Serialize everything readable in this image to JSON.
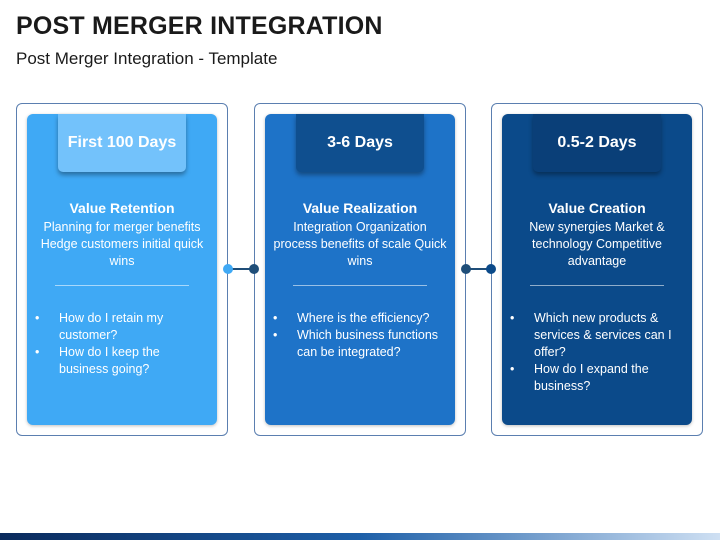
{
  "header": {
    "title": "POST MERGER INTEGRATION",
    "subtitle": "Post Merger Integration - Template"
  },
  "stages": [
    {
      "tab": "First 100 Days",
      "heading": "Value Retention",
      "description": "Planning for merger benefits Hedge customers initial quick wins",
      "bullets": [
        "How do I retain my customer?",
        "How do I keep the business going?"
      ]
    },
    {
      "tab": "3-6 Days",
      "heading": "Value Realization",
      "description": "Integration Organization process benefits of scale Quick wins",
      "bullets": [
        "Where is the efficiency?",
        "Which business functions can be integrated?"
      ]
    },
    {
      "tab": "0.5-2 Days",
      "heading": "Value Creation",
      "description": "New synergies Market & technology Competitive advantage",
      "bullets": [
        "Which new products & services & services can I offer?",
        "How do I expand the business?"
      ]
    }
  ],
  "bullet_glyph": "•",
  "colors": {
    "stage1_fill": "#3fa9f5",
    "stage1_tab": "#73c2fb",
    "stage2_fill": "#1e73c8",
    "stage2_tab": "#0f4f8f",
    "stage3_fill": "#0b4a8a",
    "stage3_tab": "#0a3f78",
    "connector": "#1f4e79"
  }
}
